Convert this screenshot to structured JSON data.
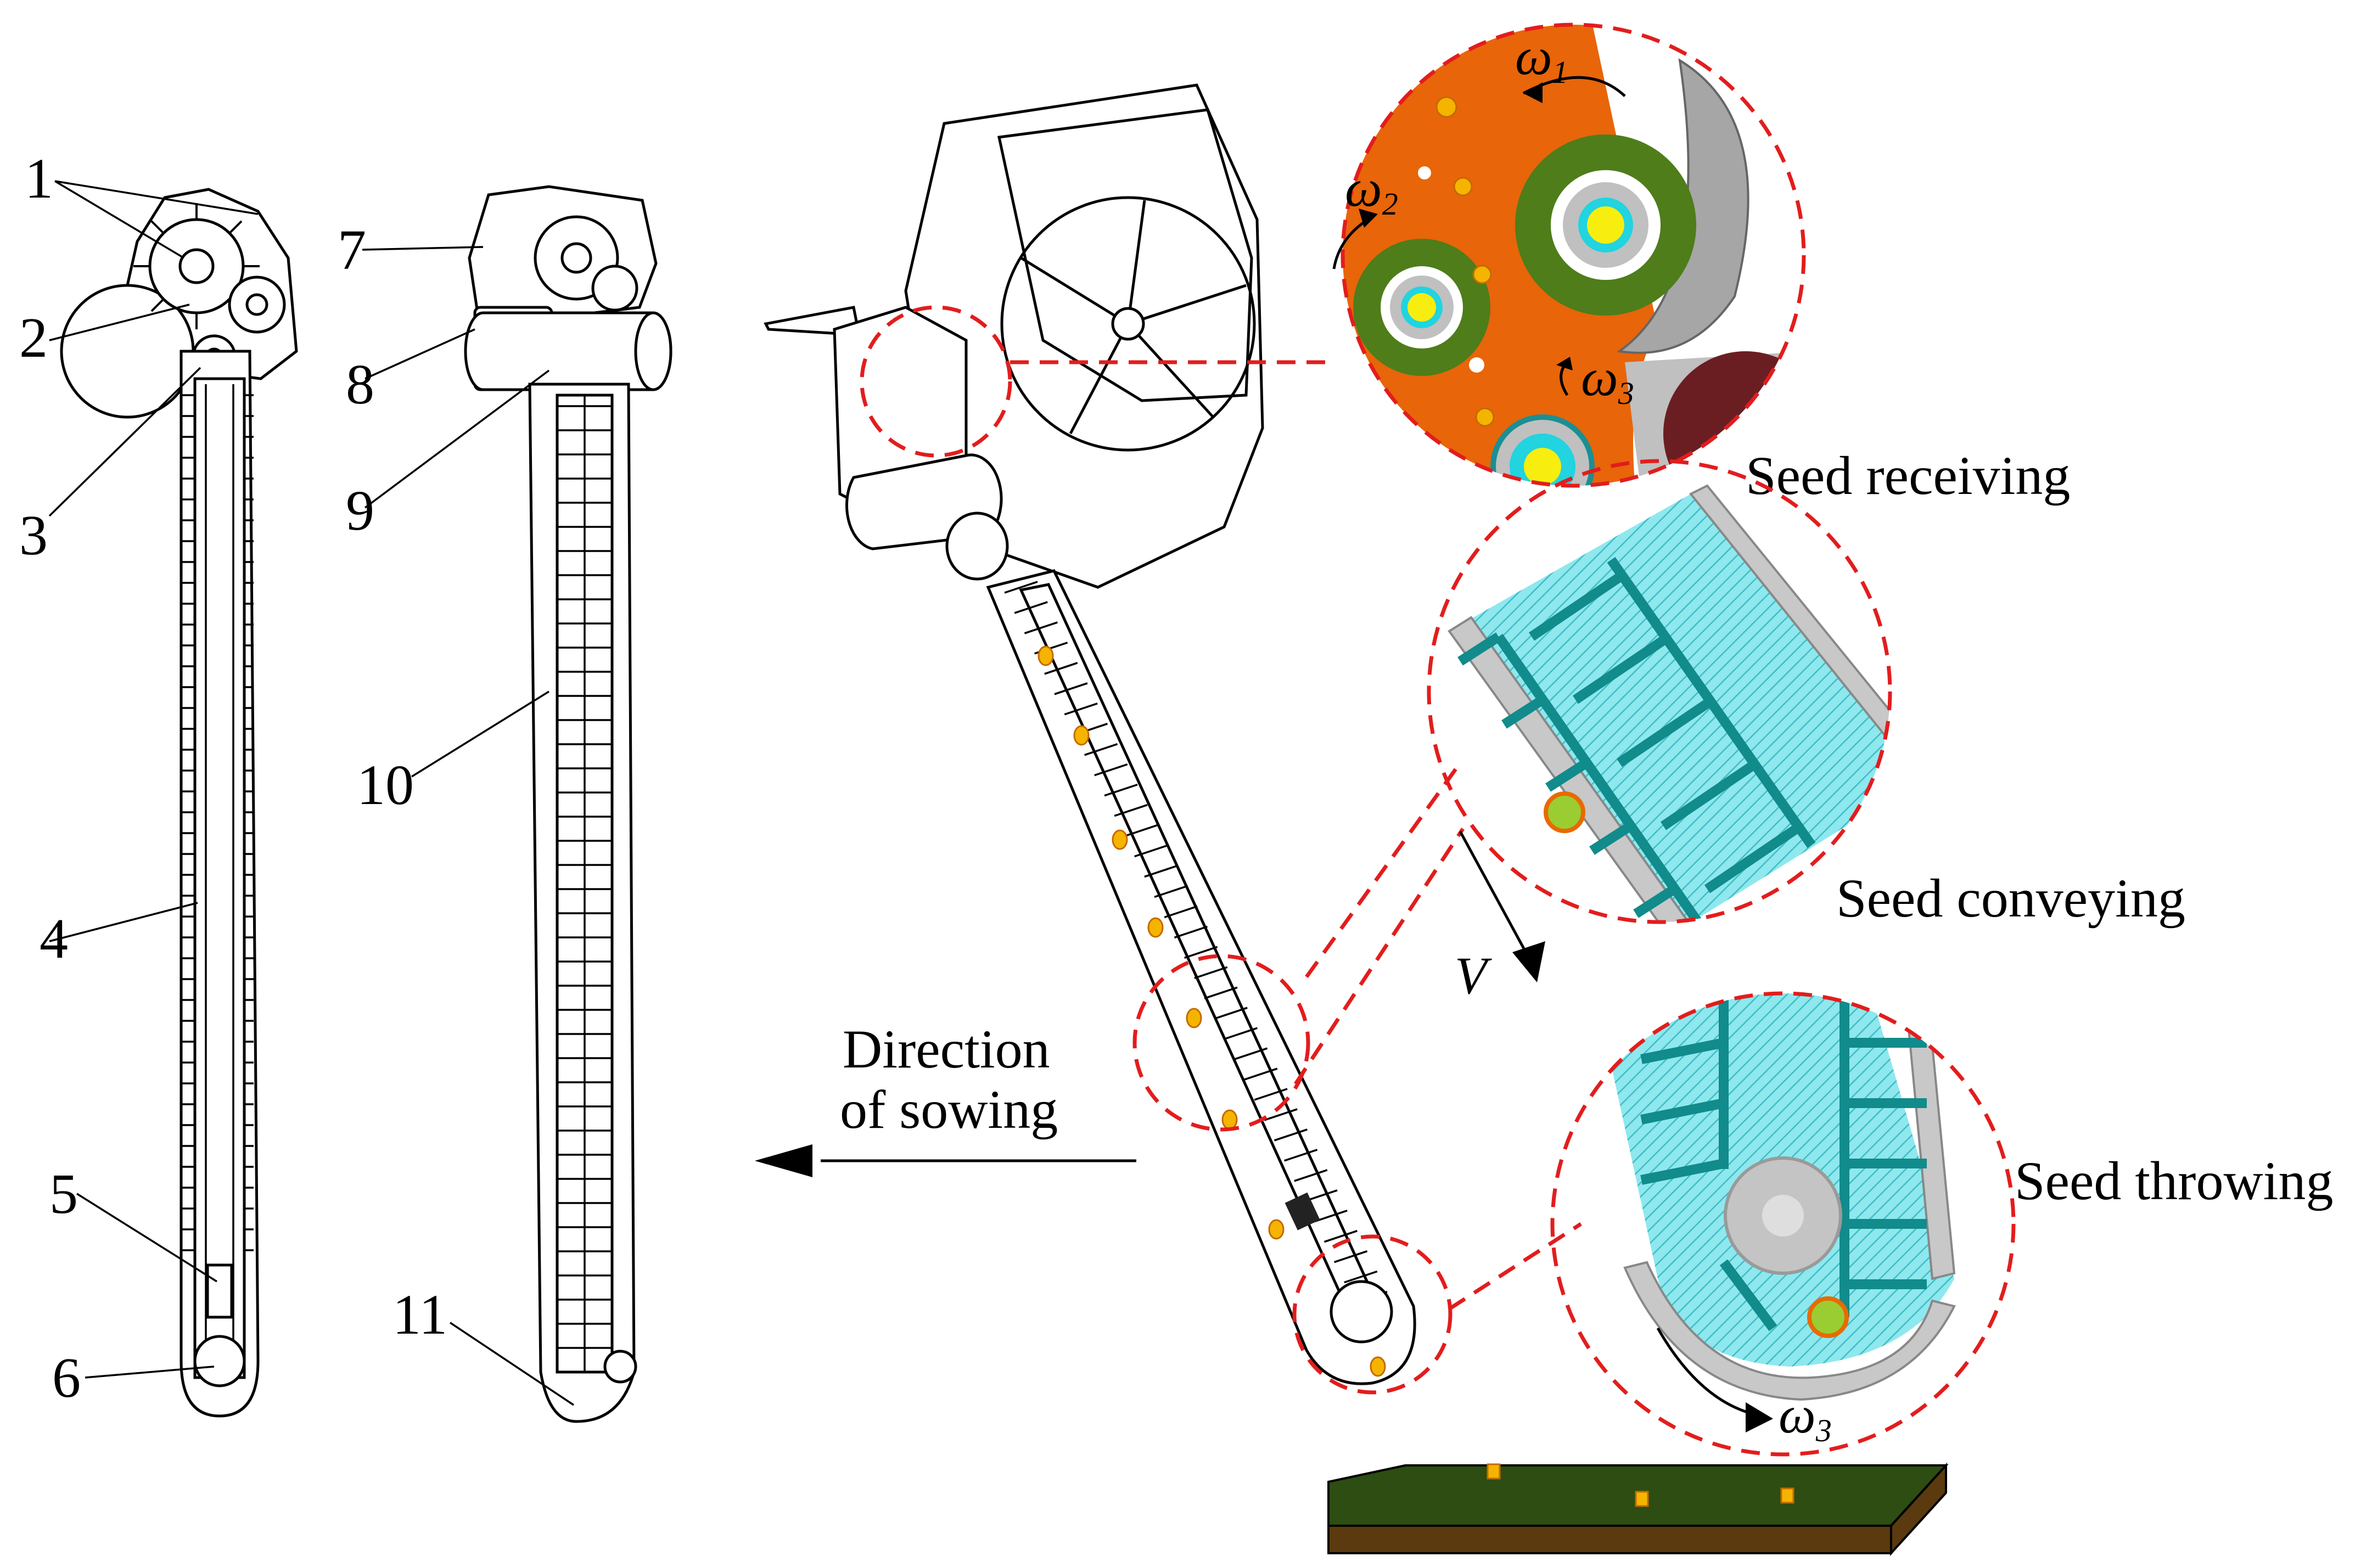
{
  "part_labels": [
    "1",
    "2",
    "3",
    "4",
    "5",
    "6",
    "7",
    "8",
    "9",
    "10",
    "11"
  ],
  "direction": {
    "line1": "Direction",
    "line2": "of sowing"
  },
  "insets": {
    "receiving": {
      "caption": "Seed receiving",
      "w1_sym": "ω",
      "w1_sub": "1",
      "w2_sym": "ω",
      "w2_sub": "2",
      "w3_sym": "ω",
      "w3_sub": "3"
    },
    "conveying": {
      "caption": "Seed conveying",
      "v_label": "V"
    },
    "throwing": {
      "caption": "Seed throwing",
      "w3_sym": "ω",
      "w3_sub": "3"
    }
  },
  "colors": {
    "callout": "#e21d1d",
    "housing_orange": "#e8650a",
    "wheel_green": "#4e7d1a",
    "hub_cyan": "#22d3e0",
    "hub_yellow": "#f7ee0f",
    "belt_cyan": "#7fe6ec",
    "belt_teal": "#118b8b",
    "soil_green": "#2d4d12",
    "soil_brown": "#5a3a0e",
    "seed_yellow": "#f4b400"
  }
}
